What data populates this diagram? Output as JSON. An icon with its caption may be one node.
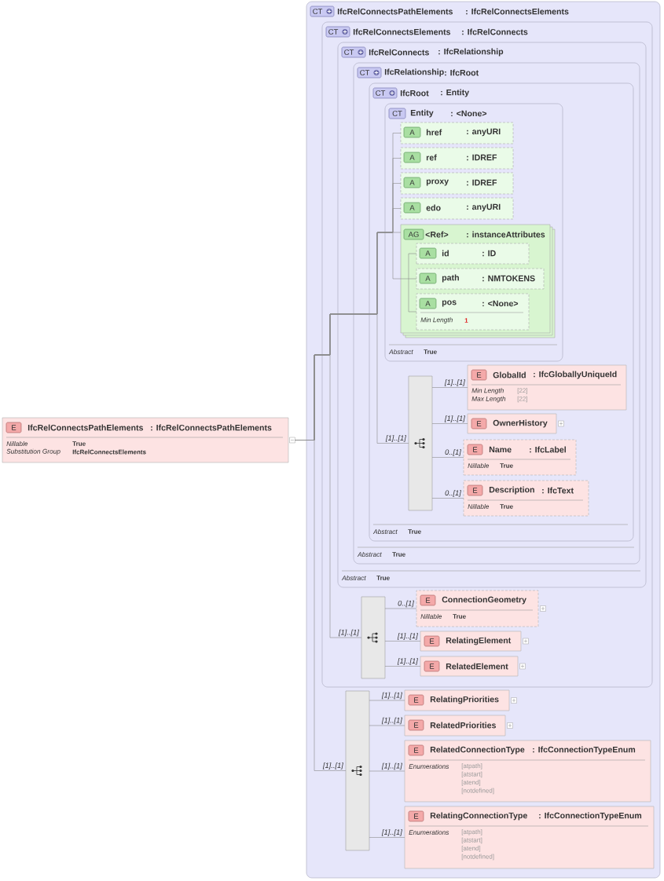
{
  "diagram": {
    "nodes": [
      {
        "text": [
          "E",
          "IfcRelConnectsPathElements",
          ": IfcRelConnectsPathElements",
          "Nillable",
          "True",
          "Substitution Group",
          "IfcRelConnectsElements"
        ]
      },
      {
        "text": [
          "CT",
          "IfcRelConnectsPathElements",
          ": IfcRelConnectsElements"
        ]
      },
      {
        "text": [
          "CT",
          "IfcRelConnectsElements",
          ": IfcRelConnects"
        ],
        "in": 1
      },
      {
        "text": [
          "CT",
          "IfcRelConnects",
          ": IfcRelationship",
          "Abstract",
          "True"
        ],
        "in": 2
      },
      {
        "text": [
          "CT",
          "IfcRelationship",
          ": IfcRoot",
          "Abstract",
          "True"
        ],
        "in": 3
      },
      {
        "text": [
          "CT",
          "IfcRoot",
          ": Entity",
          "Abstract",
          "True"
        ],
        "in": 4
      },
      {
        "text": [
          "CT",
          "Entity",
          ": <None>",
          "Abstract",
          "True"
        ],
        "in": 5
      },
      {
        "text": [
          "A",
          "href",
          ": anyURI"
        ],
        "in": 6
      },
      {
        "text": [
          "A",
          "ref",
          ": IDREF"
        ],
        "in": 6
      },
      {
        "text": [
          "A",
          "proxy",
          ": IDREF"
        ],
        "in": 6
      },
      {
        "text": [
          "A",
          "edo",
          ": anyURI"
        ],
        "in": 6
      },
      {
        "text": [
          "AG",
          "<Ref>",
          ": instanceAttributes"
        ],
        "in": 6
      },
      {
        "text": [
          "A",
          "id",
          ": ID"
        ],
        "in": 11
      },
      {
        "text": [
          "A",
          "path",
          ": NMTOKENS"
        ],
        "in": 11
      },
      {
        "text": [
          "A",
          "pos",
          ": <None>",
          "Min Length",
          "1"
        ],
        "in": 11
      },
      {
        "text": [],
        "shape": "bar",
        "in": 5
      },
      {
        "text": [
          "E",
          "GlobalId",
          ": IfcGloballyUniqueId",
          "Min Length",
          "[22]",
          "Max Length",
          "[22]"
        ],
        "in": 5
      },
      {
        "text": [
          "E",
          "OwnerHistory"
        ],
        "in": 5
      },
      {
        "text": [
          "E",
          "Name",
          ": IfcLabel",
          "Nillable",
          "True"
        ],
        "in": 5
      },
      {
        "text": [
          "E",
          "Description",
          ": IfcText",
          "Nillable",
          "True"
        ],
        "in": 5
      },
      {
        "text": [],
        "shape": "bar",
        "in": 2
      },
      {
        "text": [
          "E",
          "ConnectionGeometry",
          "Nillable",
          "True"
        ],
        "in": 2
      },
      {
        "text": [
          "E",
          "RelatingElement"
        ],
        "in": 2
      },
      {
        "text": [
          "E",
          "RelatedElement"
        ],
        "in": 2
      },
      {
        "text": [],
        "shape": "bar",
        "in": 1
      },
      {
        "text": [
          "E",
          "RelatingPriorities"
        ],
        "in": 1
      },
      {
        "text": [
          "E",
          "RelatedPriorities"
        ],
        "in": 1
      },
      {
        "text": [
          "E",
          "RelatedConnectionType",
          ": IfcConnectionTypeEnum",
          "Enumerations",
          "[atpath]",
          "[atstart]",
          "[atend]",
          "[notdefined]"
        ],
        "in": 1
      },
      {
        "text": [
          "E",
          "RelatingConnectionType",
          ": IfcConnectionTypeEnum",
          "Enumerations",
          "[atpath]",
          "[atstart]",
          "[atend]",
          "[notdefined]"
        ],
        "in": 1
      }
    ],
    "edges": [
      {
        "from": 0,
        "to": 24,
        "arrow": "none",
        "label": "[1]..[1]"
      },
      {
        "from": 0,
        "to": 20,
        "arrow": "none",
        "label": "[1]..[1]"
      },
      {
        "from": 0,
        "to": 15,
        "arrow": "none",
        "label": "[1]..[1]"
      },
      {
        "from": 0,
        "to": 7,
        "arrow": "none"
      },
      {
        "from": 0,
        "to": 8,
        "arrow": "none"
      },
      {
        "from": 0,
        "to": 9,
        "arrow": "none"
      },
      {
        "from": 0,
        "to": 10,
        "arrow": "none"
      },
      {
        "from": 0,
        "to": 11,
        "arrow": "none"
      },
      {
        "from": 0,
        "to": 12,
        "arrow": "none"
      },
      {
        "from": 0,
        "to": 13,
        "arrow": "none"
      },
      {
        "from": 0,
        "to": 14,
        "arrow": "none"
      },
      {
        "from": 15,
        "to": 16,
        "arrow": "none",
        "label": "[1]..[1]"
      },
      {
        "from": 15,
        "to": 17,
        "arrow": "none",
        "label": "[1]..[1]"
      },
      {
        "from": 15,
        "to": 18,
        "arrow": "none",
        "label": "0..[1]"
      },
      {
        "from": 15,
        "to": 19,
        "arrow": "none",
        "label": "0..[1]"
      },
      {
        "from": 20,
        "to": 21,
        "arrow": "none",
        "label": "0..[1]"
      },
      {
        "from": 20,
        "to": 22,
        "arrow": "none",
        "label": "[1]..[1]"
      },
      {
        "from": 20,
        "to": 23,
        "arrow": "none",
        "label": "[1]..[1]"
      },
      {
        "from": 24,
        "to": 25,
        "arrow": "none",
        "label": "[1]..[1]"
      },
      {
        "from": 24,
        "to": 26,
        "arrow": "none",
        "label": "[1]..[1]"
      },
      {
        "from": 24,
        "to": 27,
        "arrow": "none",
        "label": "[1]..[1]"
      },
      {
        "from": 24,
        "to": 28,
        "arrow": "none",
        "label": "[1]..[1]"
      }
    ]
  }
}
